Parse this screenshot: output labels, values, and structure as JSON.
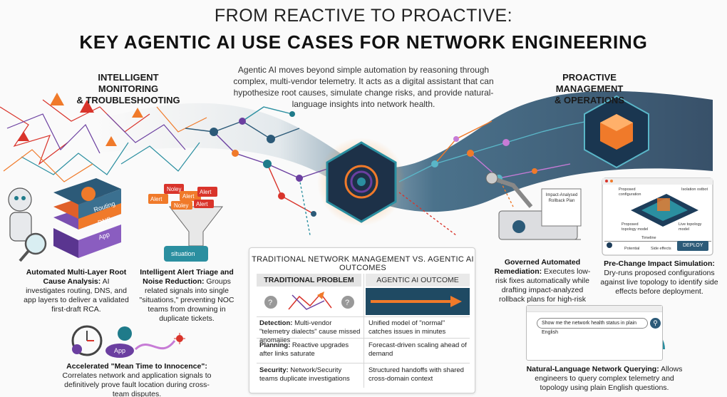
{
  "header": {
    "title_line1": "FROM REACTIVE TO PROACTIVE:",
    "title_line2": "KEY AGENTIC AI USE CASES FOR NETWORK ENGINEERING"
  },
  "intro": "Agentic AI moves beyond simple automation by reasoning through complex, multi-vendor telemetry. It acts as a digital assistant that can hypothesize root causes, simulate change risks, and provide natural-language insights into network health.",
  "sections": {
    "left_title": "INTELLIGENT MONITORING\n& TROUBLESHOOTING",
    "right_title": "PROACTIVE MANAGEMENT\n& OPERATIONS"
  },
  "use_cases": {
    "rca": {
      "title": "Automated Multi-Layer Root Cause Analysis:",
      "body": " AI investigates routing, DNS, and app layers to deliver a validated first-draft RCA."
    },
    "triage": {
      "title": "Intelligent Alert Triage and Noise Reduction:",
      "body": " Groups related signals into single \"situations,\" preventing NOC teams from drowning in duplicate tickets."
    },
    "mtti": {
      "title": "Accelerated \"Mean Time to Innocence\":",
      "body": " Correlates network and application signals to definitively prove fault location during cross-team disputes."
    },
    "remediation": {
      "title": "Governed Automated Remediation:",
      "body": " Executes low-risk fixes automatically while drafting impact-analyzed rollback plans for high-risk changes."
    },
    "simulation": {
      "title": "Pre-Change Impact Simulation:",
      "body": " Dry-runs proposed configurations against live topology to identify side effects before deployment."
    },
    "querying": {
      "title": "Natural-Language Network Querying:",
      "body": " Allows engineers to query complex telemetry and topology using plain English questions."
    }
  },
  "illustration_labels": {
    "layers": [
      "Routing",
      "DNS",
      "App"
    ],
    "alerts": [
      "Alert",
      "Noley",
      "Alert",
      "Alert",
      "Noley",
      "Alert"
    ],
    "situation": "situation",
    "app": "App",
    "rollback_doc": "Impact-Analysed Rollback Plan",
    "sim_labels": [
      "Proposed configuration",
      "Isolation ostbot",
      "Proposed topology model",
      "Live topology model",
      "Timeline",
      "Potential",
      "Side effects",
      "DEPLOY"
    ],
    "search_query": "Show me the network health status in plain English"
  },
  "comparison": {
    "title": "TRADITIONAL NETWORK MANAGEMENT VS. AGENTIC AI OUTCOMES",
    "headers": [
      "TRADITIONAL PROBLEM",
      "AGENTIC AI OUTCOME"
    ],
    "rows": [
      {
        "problem_bold": "Detection:",
        "problem": " Multi-vendor \"telemetry dialects\" cause missed anomalies",
        "outcome": "Unified model of \"normal\" catches issues in minutes"
      },
      {
        "problem_bold": "Planning:",
        "problem": " Reactive upgrades after links saturate",
        "outcome": "Forecast-driven scaling ahead of demand"
      },
      {
        "problem_bold": "Security:",
        "problem": " Network/Security teams duplicate investigations",
        "outcome": "Structured handoffs with shared cross-domain context"
      }
    ]
  },
  "colors": {
    "orange": "#f07a2a",
    "teal": "#1f7b8a",
    "navy": "#1d3d5a",
    "purple": "#6b3fa0",
    "red": "#d9342b"
  }
}
